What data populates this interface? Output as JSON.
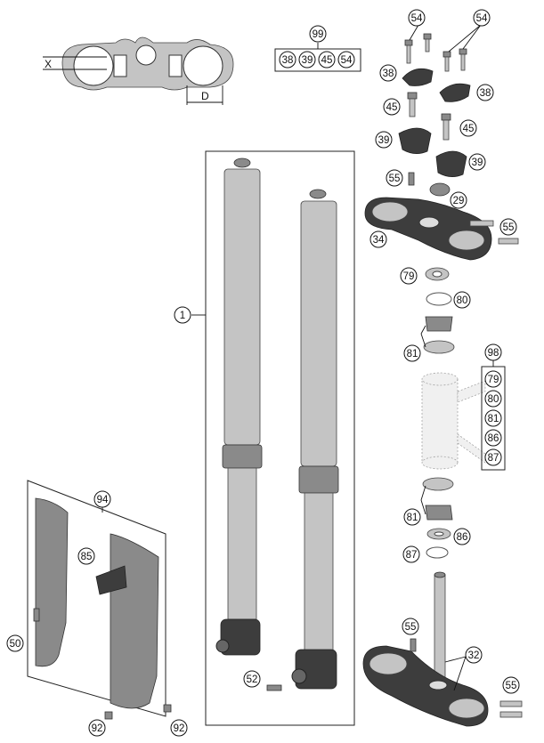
{
  "dimension_labels": {
    "x": "X",
    "d": "D"
  },
  "labels": {
    "l99": "99",
    "l38a": "38",
    "l39a": "39",
    "l45a": "45",
    "l54a": "54",
    "l54b": "54",
    "l54c": "54",
    "l38b": "38",
    "l38c": "38",
    "l45b": "45",
    "l45c": "45",
    "l39b": "39",
    "l39c": "39",
    "l55a": "55",
    "l29": "29",
    "l34": "34",
    "l55b": "55",
    "l79a": "79",
    "l80a": "80",
    "l81a": "81",
    "l98": "98",
    "l79b": "79",
    "l80b": "80",
    "l81b": "81",
    "l86b": "86",
    "l87b": "87",
    "l1": "1",
    "l81c": "81",
    "l86a": "86",
    "l87a": "87",
    "l55c": "55",
    "l32": "32",
    "l55d": "55",
    "l94": "94",
    "l85": "85",
    "l50": "50",
    "l52": "52",
    "l92a": "92",
    "l92b": "92"
  }
}
